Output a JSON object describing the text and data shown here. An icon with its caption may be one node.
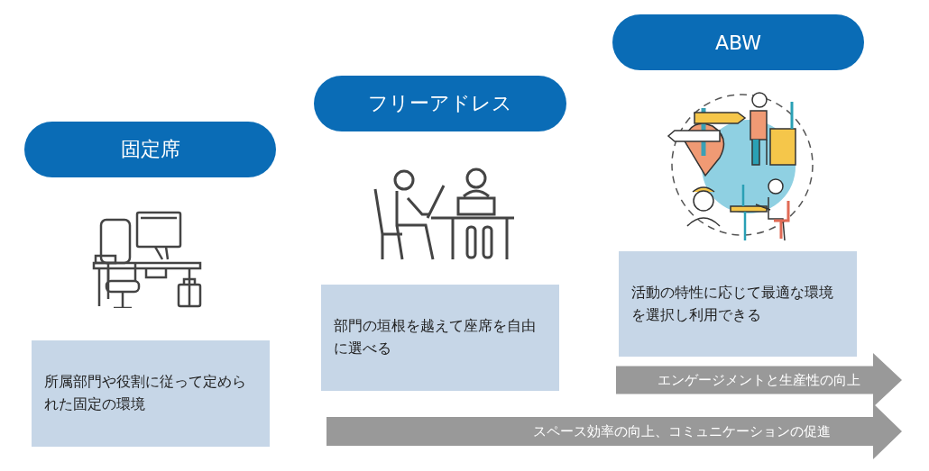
{
  "diagram": {
    "nodes": [
      {
        "text": [
          "固定席"
        ]
      },
      {
        "text": [
          "フリーアドレス"
        ]
      },
      {
        "text": [
          "ABW"
        ]
      },
      {
        "text": [
          "所属部門や役割に従って定められた固定の環境"
        ]
      },
      {
        "text": [
          "部門の垣根を越えて座席を自由に選べる"
        ]
      },
      {
        "text": [
          "活動の特性に応じて最適な環境を選択し利用できる"
        ]
      },
      {
        "text": [
          "エンゲージメントと生産性の向上"
        ]
      },
      {
        "text": [
          "スペース効率の向上、コミュニケーションの促進"
        ]
      }
    ]
  }
}
